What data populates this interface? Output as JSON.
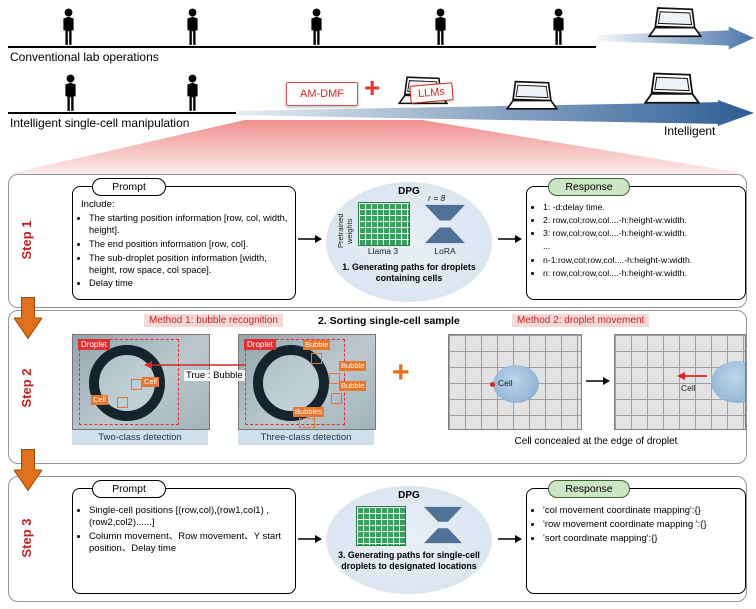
{
  "top": {
    "row1_label": "Conventional lab operations",
    "row2_label": "Intelligent single-cell manipulation",
    "amdmf_label": "AM-DMF",
    "plus": "+",
    "llms_label": "LLMs",
    "intelligent_label": "Intelligent"
  },
  "step1": {
    "label": "Step 1",
    "prompt": {
      "title": "Prompt",
      "intro": "Include:",
      "bullets": [
        "The starting position information [row, col, width, height].",
        "The end position information [row, col].",
        "The sub-droplet position information [width, height, row space, col space].",
        "Delay time"
      ]
    },
    "dpg": {
      "title": "DPG",
      "pretrained": "Pretrained weights",
      "rank": "r = 8",
      "llama": "Llama 3",
      "lora": "LoRA",
      "caption": "1. Generating paths for droplets containing cells"
    },
    "response": {
      "title": "Response",
      "items": [
        "1: -d:delay time.",
        "2: row,col;row,col....-h:height-w:width.",
        "3: row,col;row,col....-h:height-w:width.",
        "...",
        "n-1:row,col;row,col....-h:height-w:width.",
        "n: row,col;row,col....-h:height-w:width."
      ]
    }
  },
  "step2": {
    "label": "Step 2",
    "section_title": "2. Sorting  single-cell sample",
    "method1": "Method 1: bubble recognition",
    "method2": "Method 2: droplet movement",
    "true_bubble": "True : Bubble",
    "plus": "+",
    "imageA": {
      "droplet": "Droplet",
      "cell1": "Cell",
      "cell2": "Cell",
      "caption": "Two-class detection"
    },
    "imageB": {
      "droplet": "Droplet",
      "bubble1": "Bubble",
      "bubble2": "Bubble",
      "bubble3": "Bubble",
      "bubbles": "Bubbles",
      "caption": "Three-class detection"
    },
    "movement": {
      "cell_left": "Cell",
      "cell_right": "Cell",
      "caption": "Cell concealed at the edge of droplet"
    }
  },
  "step3": {
    "label": "Step 3",
    "prompt": {
      "title": "Prompt",
      "bullets": [
        "Single-cell positions [(row,col),(row1,col1) ,(row2,col2)......]",
        "Column movement、Row movement、Y start position、Delay time"
      ]
    },
    "dpg": {
      "title": "DPG",
      "caption": "3. Generating paths for single-cell droplets to designated locations"
    },
    "response": {
      "title": "Response",
      "items": [
        "'col movement coordinate mapping':{}",
        "'row movement coordinate mapping ':{}",
        "'sort coordinate mapping':{}"
      ]
    }
  },
  "colors": {
    "accent_red": "#d42a22",
    "orange": "#e2711d",
    "grid_green": "#3aa05f",
    "steel_blue": "#4f7296",
    "ellipse_bg": "#dde7f2",
    "response_green": "#cde6c4",
    "caption_blue": "#cfe0ec"
  }
}
